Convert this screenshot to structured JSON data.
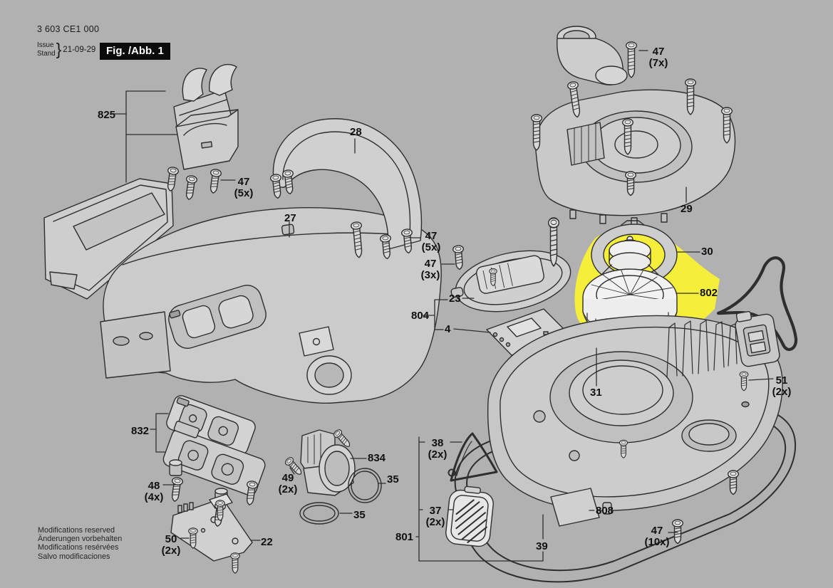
{
  "title_block": {
    "type_number": "3 603 CE1 000",
    "issue_label": "Issue",
    "stand_label": "Stand",
    "brace": "}",
    "date": "21-09-29",
    "figure_caption": "Fig. /Abb. 1"
  },
  "figure": {
    "kind": "exploded-parts-diagram",
    "highlight_color": "#f5ee3a",
    "highlighted_part": "802"
  },
  "part_labels": [
    {
      "num": "825",
      "qty": ""
    },
    {
      "num": "47",
      "qty": "(5x)"
    },
    {
      "num": "28",
      "qty": ""
    },
    {
      "num": "27",
      "qty": ""
    },
    {
      "num": "47",
      "qty": "(5x)"
    },
    {
      "num": "47",
      "qty": "(3x)"
    },
    {
      "num": "23",
      "qty": ""
    },
    {
      "num": "804",
      "qty": ""
    },
    {
      "num": "4",
      "qty": ""
    },
    {
      "num": "47",
      "qty": "(7x)"
    },
    {
      "num": "29",
      "qty": ""
    },
    {
      "num": "30",
      "qty": ""
    },
    {
      "num": "802",
      "qty": ""
    },
    {
      "num": "51",
      "qty": "(2x)"
    },
    {
      "num": "31",
      "qty": ""
    },
    {
      "num": "832",
      "qty": ""
    },
    {
      "num": "834",
      "qty": ""
    },
    {
      "num": "35",
      "qty": ""
    },
    {
      "num": "35",
      "qty": ""
    },
    {
      "num": "48",
      "qty": "(4x)"
    },
    {
      "num": "49",
      "qty": "(2x)"
    },
    {
      "num": "50",
      "qty": "(2x)"
    },
    {
      "num": "22",
      "qty": ""
    },
    {
      "num": "38",
      "qty": "(2x)"
    },
    {
      "num": "37",
      "qty": "(2x)"
    },
    {
      "num": "801",
      "qty": ""
    },
    {
      "num": "39",
      "qty": ""
    },
    {
      "num": "808",
      "qty": ""
    },
    {
      "num": "47",
      "qty": "(10x)"
    }
  ],
  "footer_notes": {
    "line1": "Modifications reserved",
    "line2": "Änderungen vorbehalten",
    "line3": "Modifications resérvées",
    "line4": "Salvo modificaciones"
  }
}
